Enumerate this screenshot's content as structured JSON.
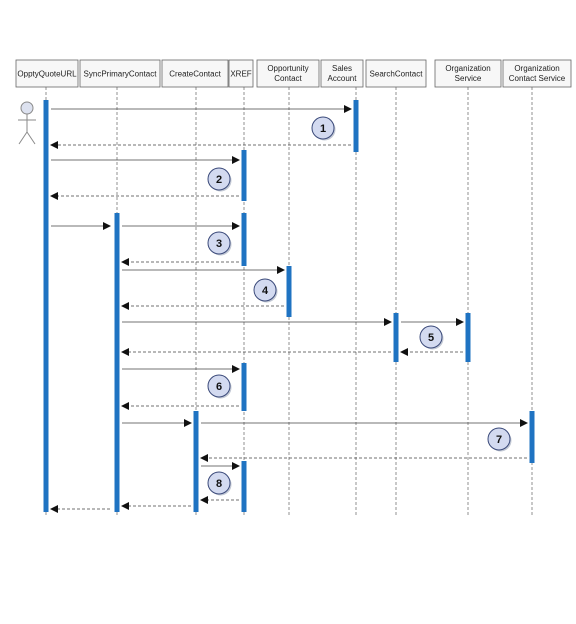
{
  "participants": [
    {
      "lines": [
        "OpptyQuoteURL"
      ]
    },
    {
      "lines": [
        "SyncPrimaryContact"
      ]
    },
    {
      "lines": [
        "CreateContact"
      ]
    },
    {
      "lines": [
        "XREF"
      ]
    },
    {
      "lines": [
        "Opportunity",
        "Contact"
      ]
    },
    {
      "lines": [
        "Sales",
        "Account"
      ]
    },
    {
      "lines": [
        "SearchContact"
      ]
    },
    {
      "lines": [
        "Organization",
        "Service"
      ]
    },
    {
      "lines": [
        "Organization",
        "Contact Service"
      ]
    }
  ],
  "steps": [
    "1",
    "2",
    "3",
    "4",
    "5",
    "6",
    "7",
    "8"
  ],
  "icons": {
    "actor": "actor-icon"
  },
  "colors": {
    "activation": "#1f73c2",
    "header_border": "#666666",
    "badge_fill": "#d3daf0",
    "badge_stroke": "#3b4a7a",
    "line": "#777777"
  }
}
